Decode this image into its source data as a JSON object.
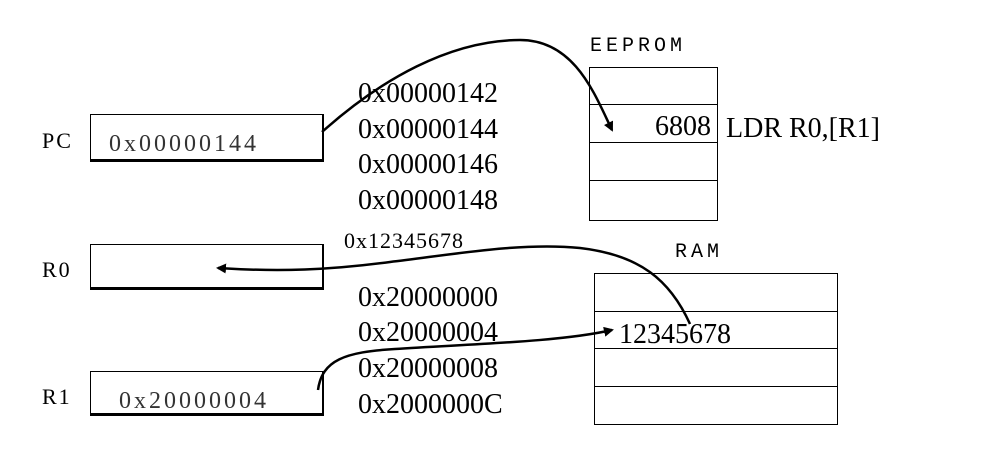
{
  "registers": {
    "pc": {
      "label": "PC",
      "value": "0x00000144"
    },
    "r0": {
      "label": "R0",
      "value": ""
    },
    "r1": {
      "label": "R1",
      "value": "0x20000004"
    }
  },
  "eeprom": {
    "title": "EEPROM",
    "rows": [
      {
        "address": "0x00000142",
        "content": ""
      },
      {
        "address": "0x00000144",
        "content": "6808"
      },
      {
        "address": "0x00000146",
        "content": ""
      },
      {
        "address": "0x00000148",
        "content": ""
      }
    ],
    "instruction": "LDR R0,[R1]"
  },
  "ram": {
    "title": "RAM",
    "rows": [
      {
        "address": "0x20000000",
        "content": ""
      },
      {
        "address": "0x20000004",
        "content": "12345678"
      },
      {
        "address": "0x20000008",
        "content": ""
      },
      {
        "address": "0x2000000C",
        "content": ""
      }
    ]
  },
  "transfer_value": "0x12345678"
}
